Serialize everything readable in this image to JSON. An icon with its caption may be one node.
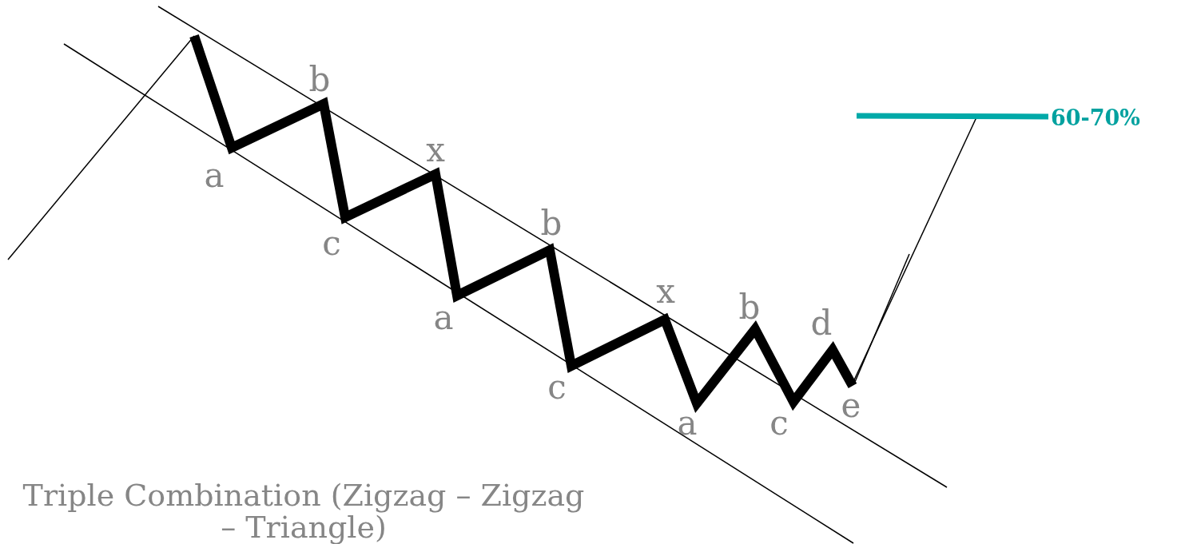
{
  "diagram": {
    "title": "Triple Combination (Zigzag – Zigzag – Triangle)",
    "labels": [
      "b",
      "a",
      "x",
      "c",
      "b",
      "a",
      "x",
      "c",
      "b",
      "d",
      "a",
      "c",
      "e",
      "60-70%"
    ]
  }
}
